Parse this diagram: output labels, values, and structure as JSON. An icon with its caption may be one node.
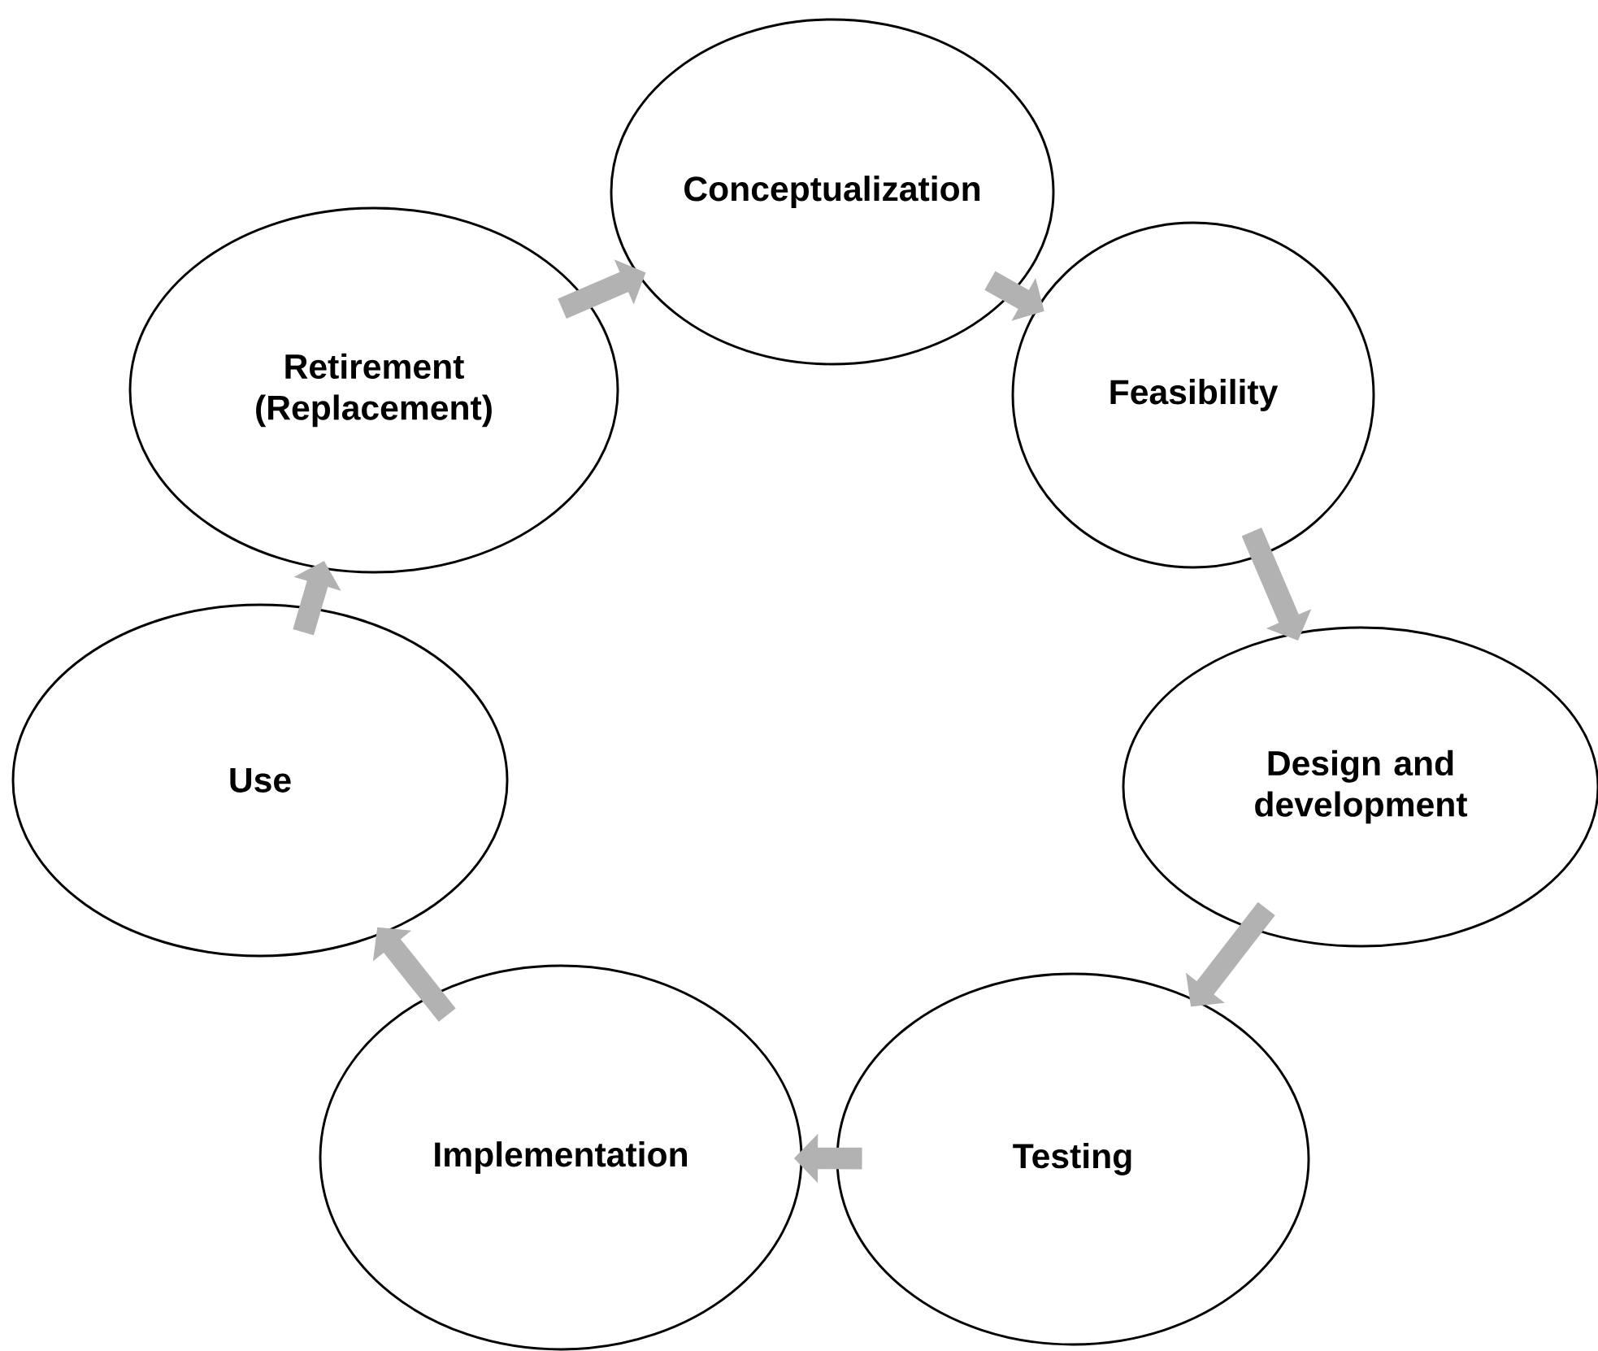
{
  "diagram": {
    "nodes": [
      {
        "text": [
          "Conceptualization"
        ]
      },
      {
        "text": [
          "Feasibility"
        ]
      },
      {
        "text": [
          "Design and development"
        ]
      },
      {
        "text": [
          "Testing"
        ]
      },
      {
        "text": [
          "Implementation"
        ]
      },
      {
        "text": [
          "Use"
        ]
      },
      {
        "text": [
          "Retirement (Replacement)"
        ]
      }
    ],
    "edges": [
      {
        "from": 0,
        "to": 1,
        "arrow": "to"
      },
      {
        "from": 1,
        "to": 2,
        "arrow": "to"
      },
      {
        "from": 2,
        "to": 3,
        "arrow": "to"
      },
      {
        "from": 3,
        "to": 4,
        "arrow": "to"
      },
      {
        "from": 4,
        "to": 5,
        "arrow": "to"
      },
      {
        "from": 5,
        "to": 6,
        "arrow": "to"
      },
      {
        "from": 6,
        "to": 0,
        "arrow": "to"
      }
    ]
  }
}
